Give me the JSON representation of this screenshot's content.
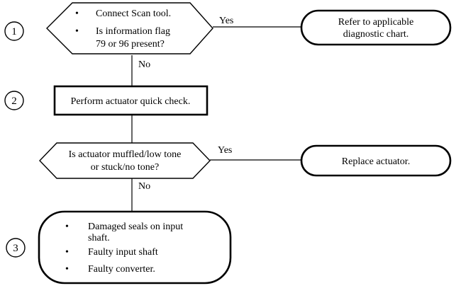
{
  "steps": [
    "1",
    "2",
    "3"
  ],
  "decision1": {
    "lines": [
      "Connect Scan tool.",
      "Is information flag",
      "79 or 96 present?"
    ]
  },
  "decision1_yes": "Yes",
  "decision1_no": "No",
  "terminal1": {
    "lines": [
      "Refer to applicable",
      "diagnostic chart."
    ]
  },
  "process1": "Perform actuator quick check.",
  "decision2": {
    "lines": [
      "Is actuator muffled/low tone",
      "or stuck/no tone?"
    ]
  },
  "decision2_yes": "Yes",
  "decision2_no": "No",
  "terminal2": "Replace actuator.",
  "terminal3": {
    "items": [
      "Damaged seals on input",
      "shaft.",
      "Faulty input shaft",
      "Faulty converter."
    ]
  },
  "colors": {
    "stroke": "#000000",
    "background": "#ffffff"
  }
}
